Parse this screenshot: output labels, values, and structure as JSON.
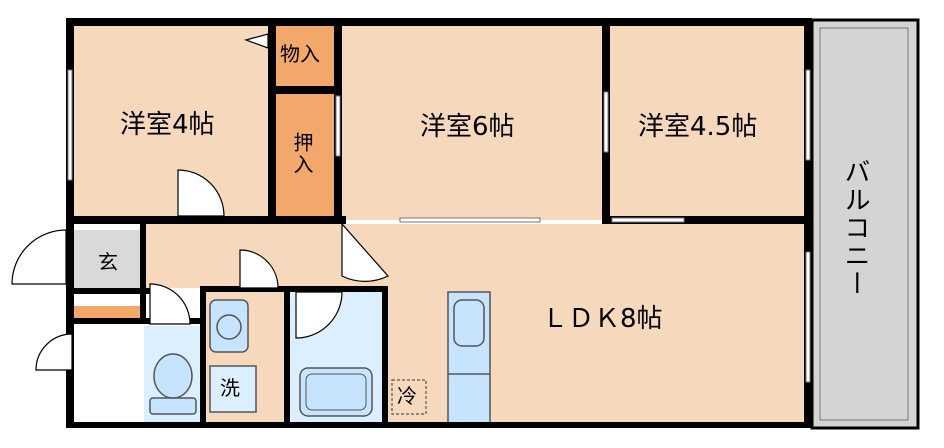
{
  "rooms": {
    "western_room_4": "洋室4帖",
    "western_room_6": "洋室6帖",
    "western_room_4_5": "洋室4.5帖",
    "ldk": "ＬＤＫ8帖",
    "storage": "物入",
    "closet": "押入",
    "entrance": "玄",
    "washroom": "洗",
    "refrigerator": "冷",
    "balcony": "バルコニー"
  },
  "colors": {
    "floor": "#f6d8bd",
    "closet": "#f2a86a",
    "wet_area": "#dcefff",
    "fixture": "#c7e4ff",
    "entrance_floor": "#d9d9d9",
    "balcony": "#d4d4d4",
    "wall": "#000000"
  }
}
